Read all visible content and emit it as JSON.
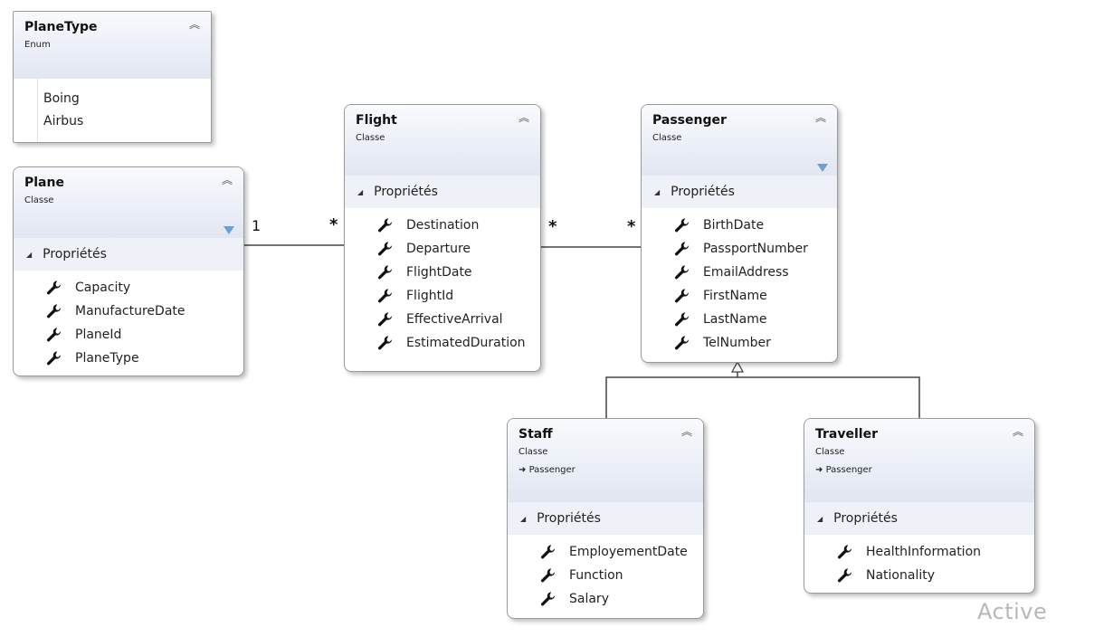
{
  "classes": {
    "planetype": {
      "name": "PlaneType",
      "kind": "Enum",
      "values": [
        "Boing",
        "Airbus"
      ]
    },
    "plane": {
      "name": "Plane",
      "kind": "Classe",
      "section": "Propriétés",
      "props": [
        "Capacity",
        "ManufactureDate",
        "PlaneId",
        "PlaneType"
      ]
    },
    "flight": {
      "name": "Flight",
      "kind": "Classe",
      "section": "Propriétés",
      "props": [
        "Destination",
        "Departure",
        "FlightDate",
        "FlightId",
        "EffectiveArrival",
        "EstimatedDuration"
      ]
    },
    "passenger": {
      "name": "Passenger",
      "kind": "Classe",
      "section": "Propriétés",
      "props": [
        "BirthDate",
        "PassportNumber",
        "EmailAddress",
        "FirstName",
        "LastName",
        "TelNumber"
      ]
    },
    "staff": {
      "name": "Staff",
      "kind": "Classe",
      "base": "Passenger",
      "section": "Propriétés",
      "props": [
        "EmployementDate",
        "Function",
        "Salary"
      ]
    },
    "traveller": {
      "name": "Traveller",
      "kind": "Classe",
      "base": "Passenger",
      "section": "Propriétés",
      "props": [
        "HealthInformation",
        "Nationality"
      ]
    }
  },
  "associations": {
    "plane_flight": {
      "source_mult": "1",
      "target_mult": "*"
    },
    "flight_passenger": {
      "source_mult": "*",
      "target_mult": "*"
    }
  },
  "icons": {
    "collapse": "double-chevron-up-icon",
    "filter": "filter-icon",
    "property": "wrench-icon",
    "section_toggle": "triangle-expanded-icon"
  },
  "colors": {
    "header": "#e1e6f2",
    "section": "#eef1f7",
    "wrench": "#111111",
    "filter": "#6f9fcf"
  },
  "watermark": "Active"
}
